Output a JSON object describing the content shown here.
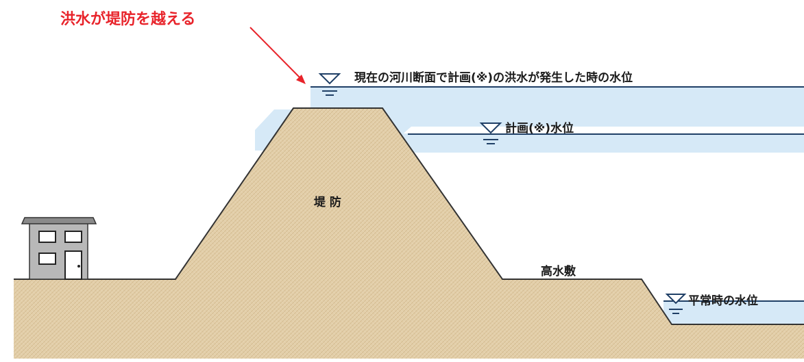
{
  "annotation": {
    "text": "洪水が堤防を越える",
    "color": "#e8232a"
  },
  "labels": {
    "flood_level": "現在の河川断面で計画(※)の洪水が発生した時の水位",
    "planned_level": "計画(※)水位",
    "levee": "堤 防",
    "floodplain": "高水敷",
    "normal_level": "平常時の水位"
  },
  "colors": {
    "water": "#d6e9f7",
    "water_line": "#1f3f66",
    "ground": "#e3cfaa",
    "ground_stroke": "#333333",
    "house_wall": "#b8b8b8",
    "house_roof": "#8a8a8a",
    "label_text": "#1a1a1a"
  },
  "icons": {
    "water_level_marker": "inverted-triangle-icon",
    "house": "house-icon"
  }
}
